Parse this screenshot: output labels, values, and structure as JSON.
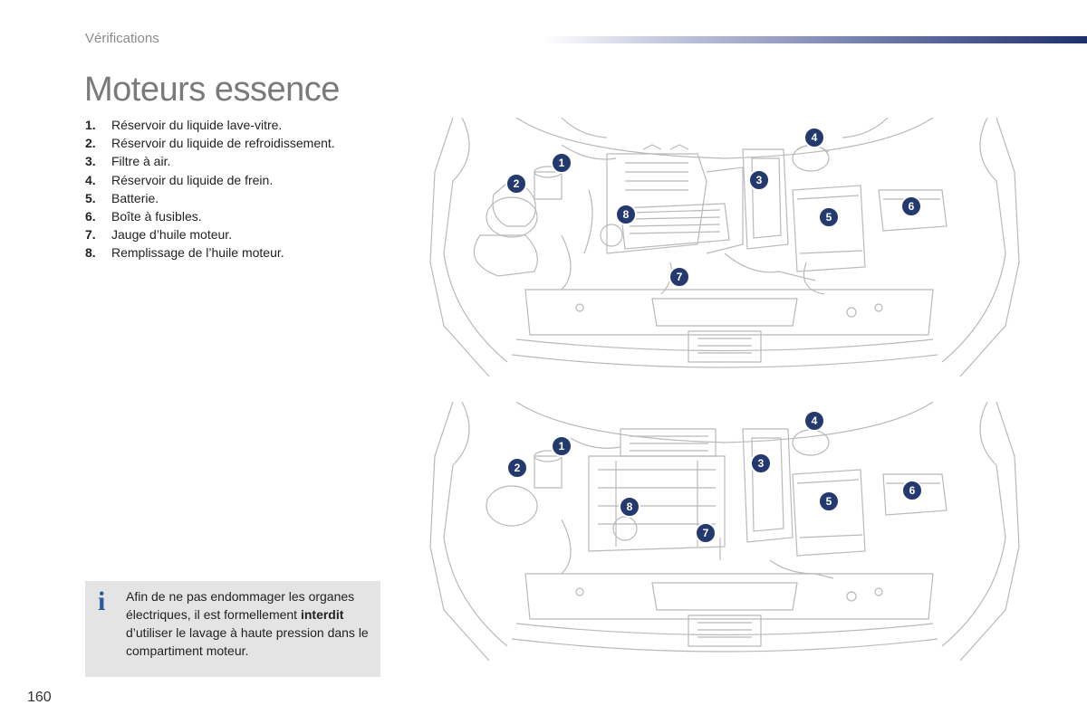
{
  "header": {
    "section": "Vérifications",
    "title": "Moteurs essence"
  },
  "legend": [
    {
      "num": "1.",
      "label": "Réservoir du liquide lave-vitre."
    },
    {
      "num": "2.",
      "label": "Réservoir du liquide de refroidissement."
    },
    {
      "num": "3.",
      "label": "Filtre à air."
    },
    {
      "num": "4.",
      "label": "Réservoir du liquide de frein."
    },
    {
      "num": "5.",
      "label": "Batterie."
    },
    {
      "num": "6.",
      "label": "Boîte à fusibles."
    },
    {
      "num": "7.",
      "label": "Jauge d’huile moteur."
    },
    {
      "num": "8.",
      "label": "Remplissage de l’huile moteur."
    }
  ],
  "diagram_top": {
    "callouts": [
      "1",
      "2",
      "3",
      "4",
      "5",
      "6",
      "7",
      "8"
    ]
  },
  "diagram_bottom": {
    "callouts": [
      "1",
      "2",
      "3",
      "4",
      "5",
      "6",
      "7",
      "8"
    ]
  },
  "info": {
    "icon": "info-icon",
    "text_before": "Afin de ne pas endommager les organes électriques, il est formellement ",
    "text_bold": "interdit",
    "text_after": " d’utiliser le lavage à haute pression dans le compartiment moteur."
  },
  "footer": {
    "page_number": "160"
  },
  "colors": {
    "callout": "#243a6e",
    "info_box": "#e4e4e4",
    "info_icon": "#2c5aa0"
  }
}
